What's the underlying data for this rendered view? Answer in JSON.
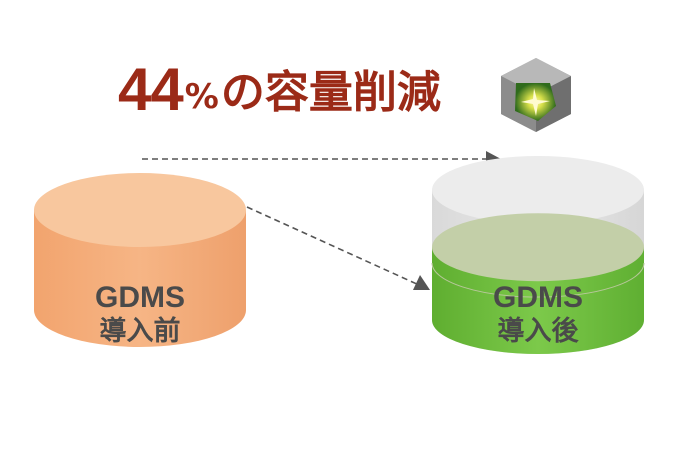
{
  "headline": {
    "number": "44",
    "percent_sign": "%",
    "rest": "の容量削減",
    "color": "#9b2a17"
  },
  "logo": {
    "icon": "gdms-cube-logo-icon"
  },
  "before": {
    "line1": "GDMS",
    "line2": "導入前",
    "color": "#f2a46e",
    "fill_level": 1.0
  },
  "after": {
    "line1": "GDMS",
    "line2": "導入後",
    "color": "#6cbd3c",
    "fill_level": 0.56
  }
}
